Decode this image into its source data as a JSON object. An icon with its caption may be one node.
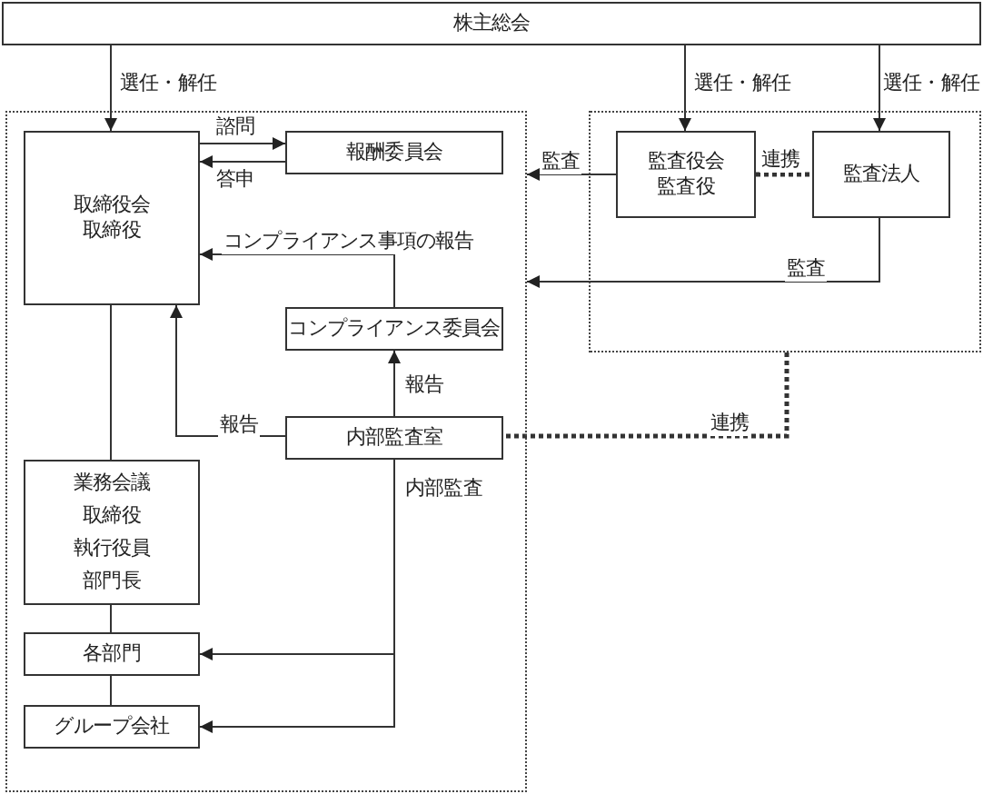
{
  "diagram": {
    "nodes": [
      {
        "text": [
          "株主総会"
        ]
      },
      {
        "text": [],
        "shape": "box"
      },
      {
        "text": [
          "取締役会",
          "取締役"
        ],
        "in": 1
      },
      {
        "text": [
          "報酬委員会"
        ],
        "in": 1
      },
      {
        "text": [],
        "shape": "box"
      },
      {
        "text": [
          "監査役会",
          "監査役"
        ],
        "in": 4
      },
      {
        "text": [
          "監査法人"
        ],
        "in": 4
      },
      {
        "text": [
          "コンプライアンス委員会"
        ],
        "in": 1
      },
      {
        "text": [
          "内部監査室"
        ],
        "in": 1
      },
      {
        "text": [
          "業務会議",
          "取締役",
          "執行役員",
          "部門長"
        ],
        "in": 1
      },
      {
        "text": [
          "各部門"
        ],
        "in": 1
      },
      {
        "text": [
          "グループ会社"
        ],
        "in": 1
      }
    ],
    "edges": [
      {
        "from": 0,
        "to": 2,
        "arrow": "to",
        "label": "選任・解任"
      },
      {
        "from": 0,
        "to": 5,
        "arrow": "to",
        "label": "選任・解任"
      },
      {
        "from": 0,
        "to": 6,
        "arrow": "to",
        "label": "選任・解任"
      },
      {
        "from": 2,
        "to": 3,
        "arrow": "to",
        "label": "諮問"
      },
      {
        "from": 3,
        "to": 2,
        "arrow": "to",
        "label": "答申"
      },
      {
        "from": 5,
        "to": 1,
        "arrow": "to",
        "label": "監査"
      },
      {
        "from": 6,
        "to": 1,
        "arrow": "to",
        "label": "監査"
      },
      {
        "from": 5,
        "to": 6,
        "arrow": "none",
        "label": "連携",
        "style": "dashed"
      },
      {
        "from": 4,
        "to": 8,
        "arrow": "none",
        "label": "連携",
        "style": "dashed"
      },
      {
        "from": 7,
        "to": 2,
        "arrow": "to",
        "label": "コンプライアンス事項の報告"
      },
      {
        "from": 8,
        "to": 7,
        "arrow": "to",
        "label": "報告"
      },
      {
        "from": 8,
        "to": 2,
        "arrow": "to",
        "label": "報告"
      },
      {
        "from": 2,
        "to": 9,
        "arrow": "none"
      },
      {
        "from": 9,
        "to": 10,
        "arrow": "none"
      },
      {
        "from": 10,
        "to": 11,
        "arrow": "none"
      },
      {
        "from": 8,
        "to": 10,
        "arrow": "to",
        "label": "内部監査"
      },
      {
        "from": 8,
        "to": 11,
        "arrow": "to"
      }
    ]
  }
}
